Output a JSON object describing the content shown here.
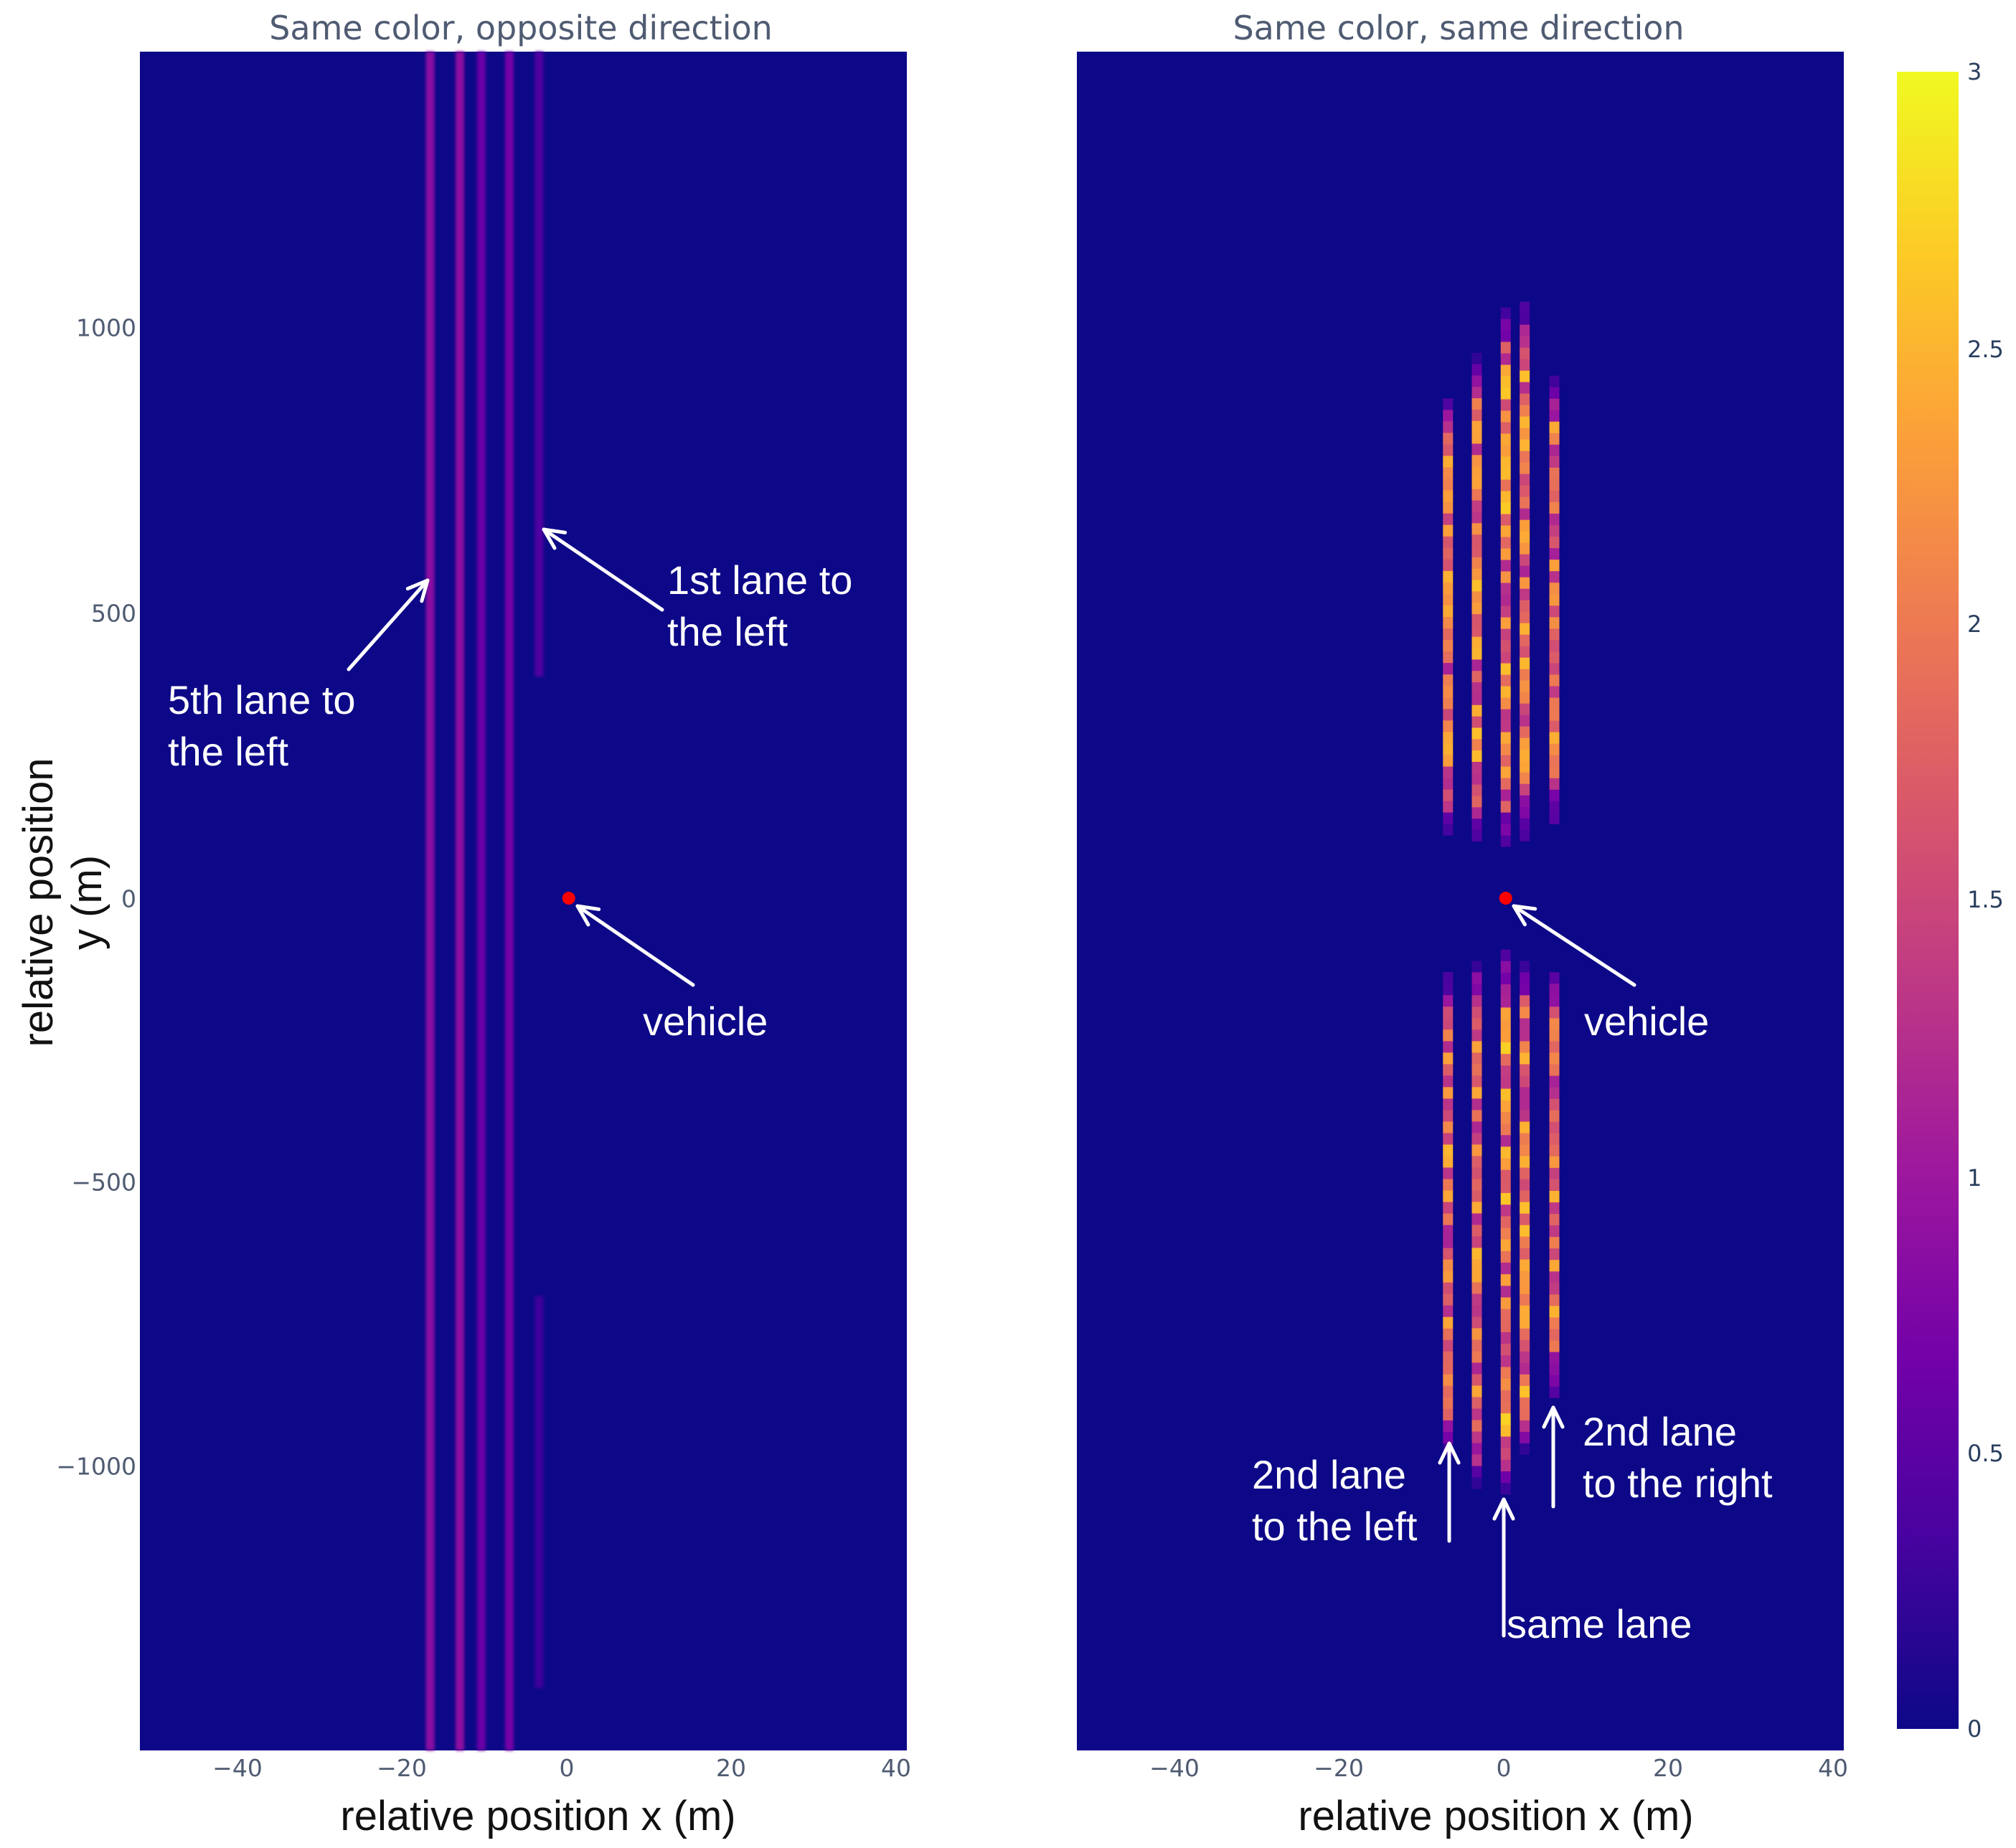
{
  "chart_data": [
    {
      "type": "heatmap",
      "title": "Same color, opposite direction",
      "xlabel": "relative position x (m)",
      "ylabel": "relative position\ny (m)",
      "xlim": [
        -52,
        41
      ],
      "ylim": [
        -1500,
        1490
      ],
      "xticks": [
        -40,
        -20,
        0,
        20,
        40
      ],
      "xtick_labels": [
        "−40",
        "−20",
        "0",
        "20",
        "40"
      ],
      "yticks": [
        1000,
        500,
        0,
        -500,
        -1000
      ],
      "ytick_labels": [
        "1000",
        "500",
        "0",
        "−500",
        "−1000"
      ],
      "vehicle": {
        "x": 0,
        "y": 0
      },
      "lanes": [
        {
          "x": -16.8,
          "y0": -1500,
          "y1": 1490,
          "value": 0.85
        },
        {
          "x": -13.2,
          "y0": -1500,
          "y1": 1490,
          "value": 0.9
        },
        {
          "x": -10.6,
          "y0": -1500,
          "y1": 1490,
          "value": 0.6
        },
        {
          "x": -7.2,
          "y0": -1500,
          "y1": 1490,
          "value": 0.7
        },
        {
          "x": -3.6,
          "y0": 1490,
          "y1": 390,
          "value": 0.4
        },
        {
          "x": -3.6,
          "y0": -700,
          "y1": -1390,
          "value": 0.28
        }
      ],
      "annotations": [
        {
          "text": "1st lane to\nthe left",
          "target": [
            -3.6,
            650
          ]
        },
        {
          "text": "5th lane to\nthe left",
          "target": [
            -16.8,
            560
          ]
        },
        {
          "text": "vehicle",
          "target": [
            0,
            0
          ]
        }
      ]
    },
    {
      "type": "heatmap",
      "title": "Same color, same direction",
      "xlabel": "relative position x (m)",
      "xlim": [
        -52,
        41
      ],
      "ylim": [
        -1500,
        1490
      ],
      "xticks": [
        -40,
        -20,
        0,
        20,
        40
      ],
      "xtick_labels": [
        "−40",
        "−20",
        "0",
        "20",
        "40"
      ],
      "vehicle": {
        "x": 0,
        "y": 0
      },
      "lanes": [
        {
          "x": -7.0,
          "top": [
            900,
            90
          ],
          "bottom": [
            -110,
            -1000
          ],
          "value": 2.4
        },
        {
          "x": -3.5,
          "top": [
            980,
            80
          ],
          "bottom": [
            -90,
            -1060
          ],
          "value": 2.5
        },
        {
          "x": 0.0,
          "top": [
            1060,
            70
          ],
          "bottom": [
            -70,
            -1070
          ],
          "value": 2.6
        },
        {
          "x": 2.3,
          "top": [
            1070,
            80
          ],
          "bottom": [
            -90,
            -1000
          ],
          "value": 2.5
        },
        {
          "x": 5.9,
          "top": [
            940,
            110
          ],
          "bottom": [
            -110,
            -900
          ],
          "value": 2.4
        }
      ],
      "annotations": [
        {
          "text": "vehicle",
          "target": [
            0,
            0
          ]
        },
        {
          "text": "2nd lane\nto the left",
          "target": [
            -7.0,
            -960
          ]
        },
        {
          "text": "same lane",
          "target": [
            0,
            -1060
          ]
        },
        {
          "text": "2nd lane\nto the right",
          "target": [
            5.9,
            -890
          ]
        }
      ]
    }
  ],
  "colorbar": {
    "range": [
      0,
      3
    ],
    "ticks": [
      0,
      0.5,
      1,
      1.5,
      2,
      2.5,
      3
    ],
    "tick_labels": [
      "0",
      "0.5",
      "1",
      "1.5",
      "2",
      "2.5",
      "3"
    ],
    "colorscale": [
      "#0d0887",
      "#46039f",
      "#7201a8",
      "#9c179e",
      "#bd3786",
      "#d8576b",
      "#ed7953",
      "#fb9f3a",
      "#fdca26",
      "#f0f921"
    ]
  },
  "colors": {
    "background": "#0d0887",
    "vehicle": "#ff0000",
    "annotation": "#ffffff"
  }
}
